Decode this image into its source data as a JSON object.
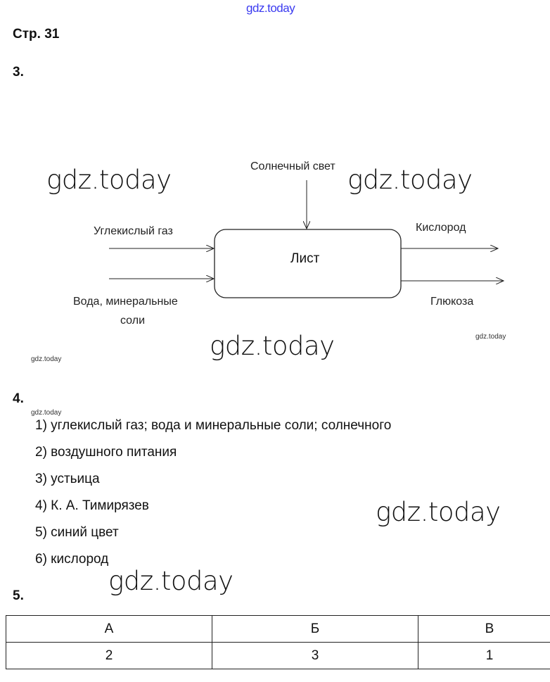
{
  "watermark": "gdz.today",
  "page_title": "Стр. 31",
  "task3": {
    "number": "3.",
    "diagram": {
      "center": "Лист",
      "top_input": "Солнечный свет",
      "input1": "Углекислый газ",
      "input2_line1": "Вода, минеральные",
      "input2_line2": "соли",
      "output1": "Кислород",
      "output2": "Глюкоза"
    }
  },
  "task4": {
    "number": "4.",
    "items": [
      "1) углекислый газ; вода и минеральные соли; солнечного",
      "2) воздушного питания",
      "3) устьица",
      "4) К. А. Тимирязев",
      "5) синий цвет",
      "6) кислород"
    ]
  },
  "task5": {
    "number": "5.",
    "headers": [
      "А",
      "Б",
      "В"
    ],
    "values": [
      "2",
      "3",
      "1"
    ]
  }
}
